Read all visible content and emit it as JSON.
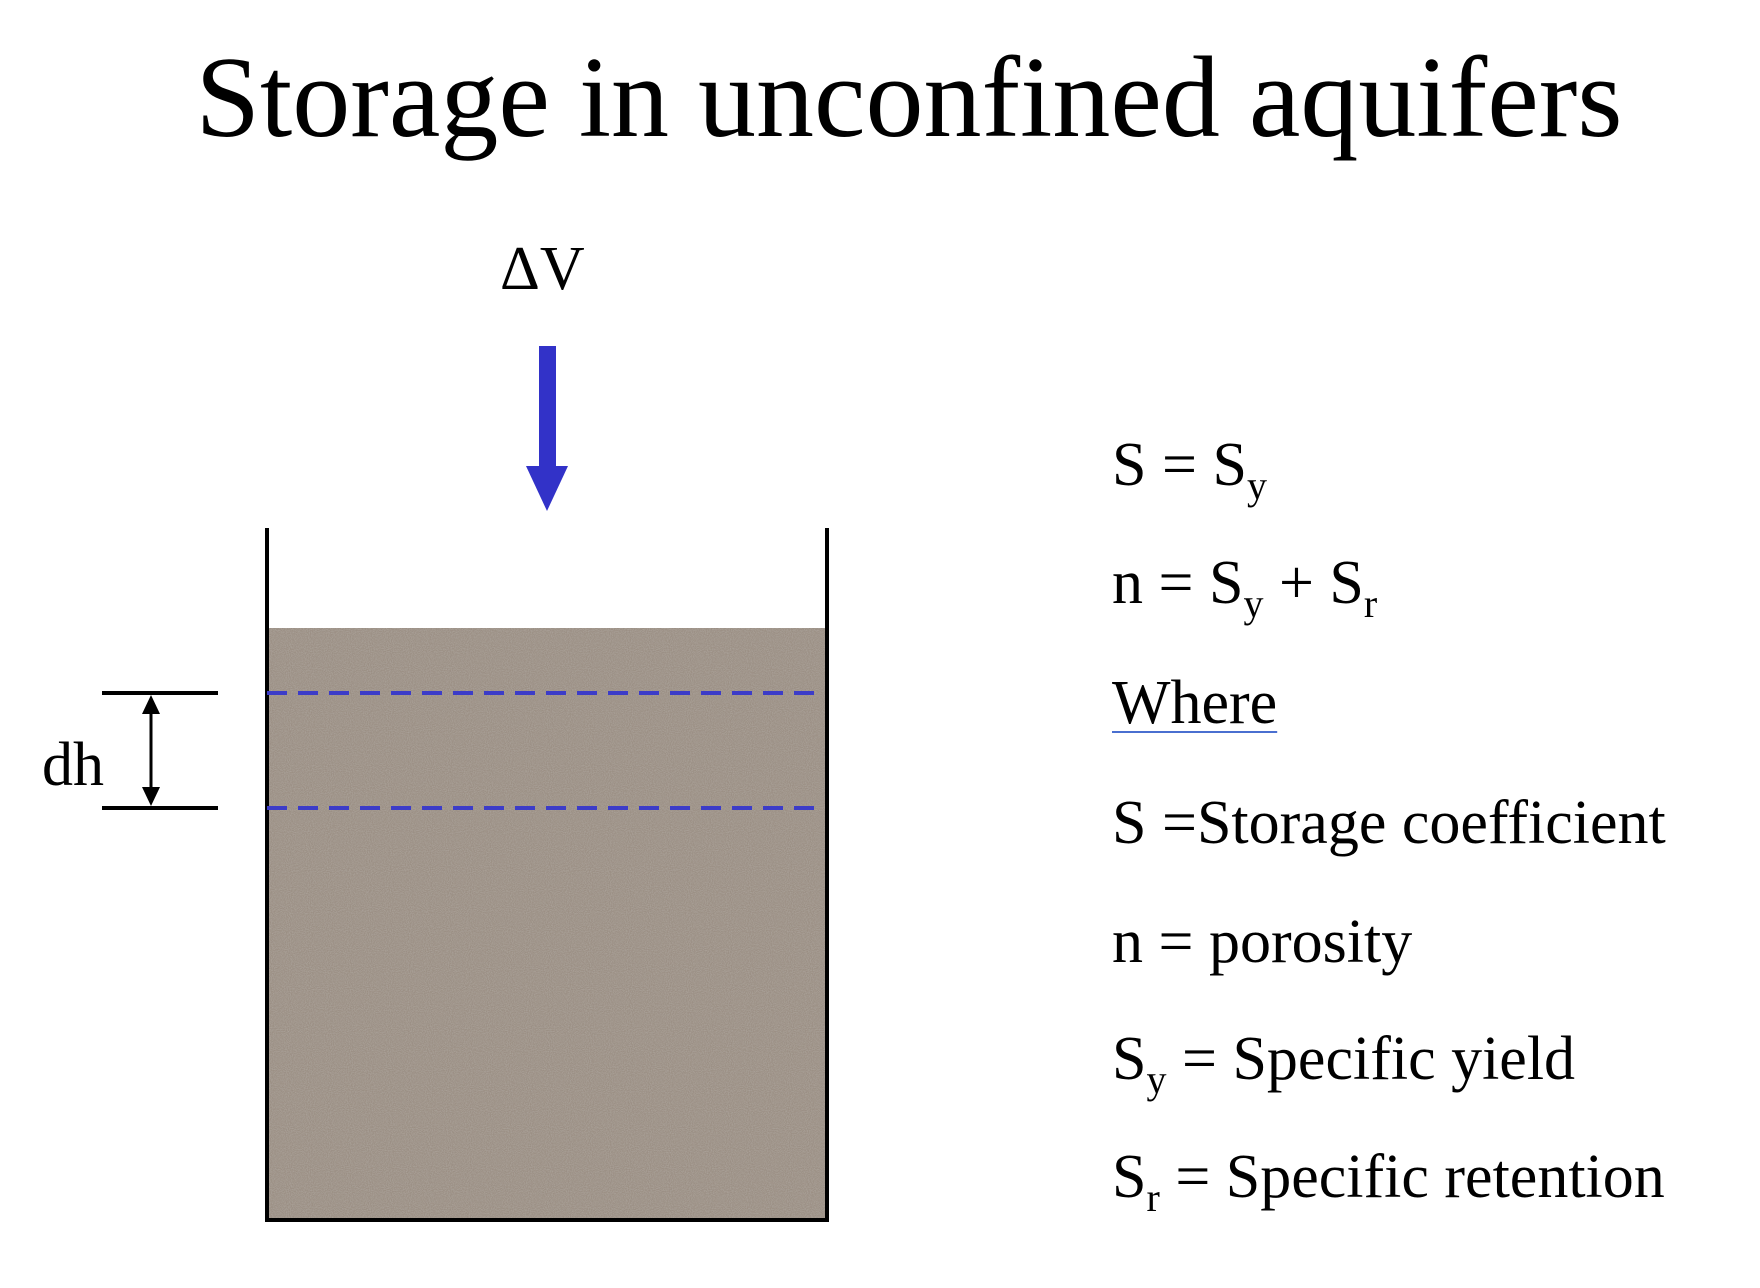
{
  "title": "Storage in unconfined aquifers",
  "diagram": {
    "volume_label": "ΔV",
    "head_change_label": "dh",
    "colors": {
      "arrow": "#3232c8",
      "dashed_lines": "#3c3cc8",
      "sediment": "#9b8f84",
      "walls": "#000000"
    }
  },
  "equations": {
    "eq1": {
      "lhs": "S = S",
      "sub": "y"
    },
    "eq2": {
      "lhs": "n = S",
      "sub1": "y",
      "mid": " + S",
      "sub2": "r"
    },
    "where": "Where",
    "def_s": "S =Storage coefficient",
    "def_n": "n = porosity",
    "def_sy": {
      "symbol": "S",
      "sub": "y",
      "text": " = Specific yield"
    },
    "def_sr": {
      "symbol": "S",
      "sub": "r",
      "text": " = Specific retention"
    }
  }
}
